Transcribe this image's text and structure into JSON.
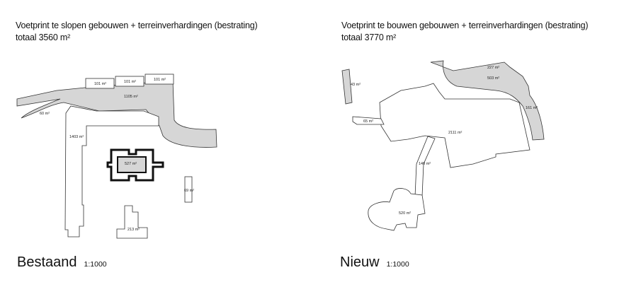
{
  "existing": {
    "title_line1": "Voetprint te slopen gebouwen + terreinverhardingen (bestrating)",
    "title_line2": "totaal 3560 m²",
    "caption": "Bestaand",
    "scale": "1:1000",
    "labels": {
      "box1": "101 m²",
      "box2": "101 m²",
      "box3": "101 m²",
      "paving": "1105 m²",
      "path": "60 m²",
      "main": "1403 m²",
      "center": "527 m²",
      "small": "69 m²",
      "bottom": "213 m²"
    }
  },
  "new": {
    "title_line1": "Voetprint te bouwen gebouwen + terreinverhardingen (bestrating)",
    "title_line2": "totaal 3770 m²",
    "caption": "Nieuw",
    "scale": "1:1000",
    "labels": {
      "strip_top": "227 m²",
      "strip_mid": "503 m²",
      "strip_right": "161 m²",
      "left_small": "43 m²",
      "wing": "65 m²",
      "main": "2111 m²",
      "corridor": "140 m²",
      "round": "520 m²"
    }
  },
  "colors": {
    "paving": "#d6d6d6",
    "outline": "#333333"
  }
}
